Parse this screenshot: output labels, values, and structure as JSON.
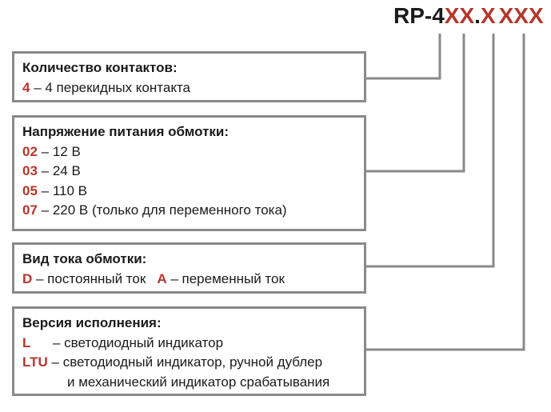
{
  "code": {
    "prefix": "RP-4",
    "seg_contacts": "XX",
    "separator": ".",
    "seg_current": "X",
    "seg_version": "XXX"
  },
  "boxes": {
    "contacts": {
      "title": "Количество контактов:",
      "items": [
        {
          "key": "4",
          "text": " – 4 перекидных контакта"
        }
      ]
    },
    "voltage": {
      "title": "Напряжение питания обмотки:",
      "items": [
        {
          "key": "02",
          "text": " – 12 В"
        },
        {
          "key": "03",
          "text": " – 24 В"
        },
        {
          "key": "05",
          "text": " – 110 В"
        },
        {
          "key": "07",
          "text": " – 220 В (только для переменного тока)"
        }
      ]
    },
    "current": {
      "title": "Вид тока обмотки:",
      "items": [
        {
          "key": "D",
          "text": " – постоянный ток"
        },
        {
          "key": "A",
          "text": " – переменный ток"
        }
      ]
    },
    "version": {
      "title": "Версия исполнения:",
      "items": [
        {
          "key": "L",
          "text": "– светодиодный индикатор"
        },
        {
          "key": "LTU",
          "text": " – светодиодный индикатор, ручной дублер"
        }
      ],
      "continuation": "и механический индикатор срабатывания"
    }
  },
  "colors": {
    "accent": "#b3362b",
    "connector": "#8a8a8a",
    "text": "#1a1a1a"
  }
}
